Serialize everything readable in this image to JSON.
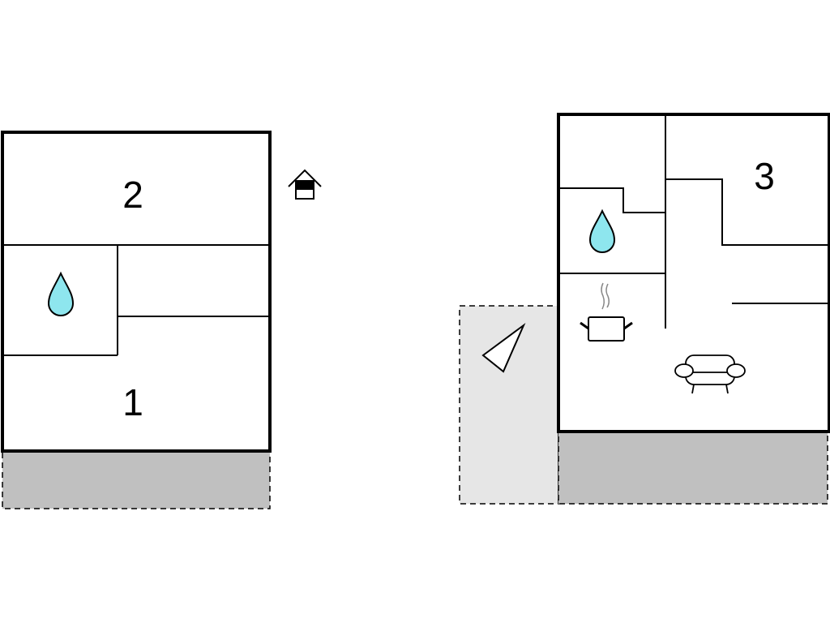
{
  "plan": {
    "left_building": {
      "rooms": [
        {
          "label": "2"
        },
        {
          "label": "1"
        }
      ]
    },
    "right_building": {
      "rooms": [
        {
          "label": "3"
        }
      ]
    }
  },
  "colors": {
    "wall": "#000000",
    "terrace": "#c0c0c0",
    "light_terrace": "#e6e6e6",
    "water": "#8ee6ee"
  }
}
